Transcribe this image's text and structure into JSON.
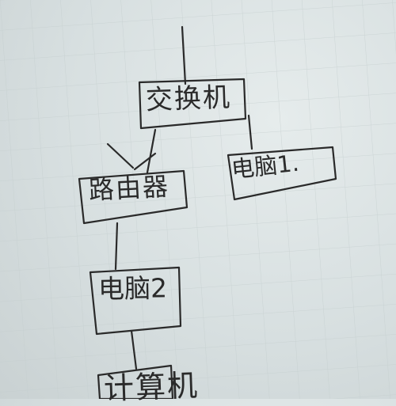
{
  "nodes": {
    "switch": {
      "label": "交换机"
    },
    "pc1": {
      "label": "电脑1."
    },
    "router": {
      "label": "路由器"
    },
    "pc2": {
      "label": "电脑2"
    },
    "bottom": {
      "label": "计算机"
    }
  },
  "colors": {
    "paper": "#d7dfe0",
    "ink": "#2a2a2a",
    "grid": "#c3cdcd"
  }
}
